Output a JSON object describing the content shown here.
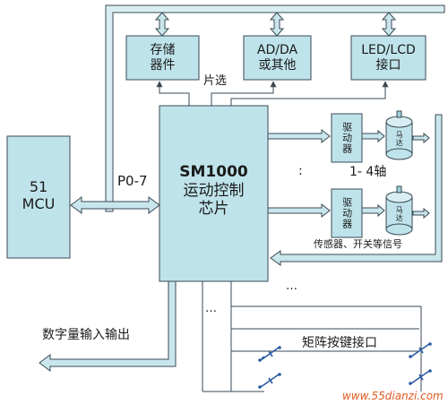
{
  "colors": {
    "box_fill": "#bfe3ea",
    "box_stroke": "#3a4a55",
    "arrow_fill": "#c9e6ec",
    "arrow_stroke": "#3a4a55",
    "line": "#3a4a55",
    "watermark": "#e05a1f"
  },
  "blocks": {
    "mcu": {
      "line1": "51",
      "line2": "MCU"
    },
    "sm1000": {
      "line1": "SM1000",
      "line2": "运动控制",
      "line3": "芯片"
    },
    "memory": {
      "line1": "存储",
      "line2": "器件"
    },
    "adda": {
      "line1": "AD/DA",
      "line2": "或其他"
    },
    "ledlcd": {
      "line1": "LED/LCD",
      "line2": "接口"
    },
    "driver_top": "驱动器",
    "driver_bottom": "驱动器",
    "motor_top": "马达",
    "motor_bottom": "马达"
  },
  "labels": {
    "chip_select": "片选",
    "bus": "P0-7",
    "axes": "1- 4轴",
    "sensors": "传感器、开关等信号",
    "digital_io": "数字量输入输出",
    "matrix": "矩阵按键接口",
    "dots_mid": ":",
    "dots_matrix_top": "…",
    "dots_matrix_left": "…"
  },
  "watermark": "www.55dianzi.com"
}
